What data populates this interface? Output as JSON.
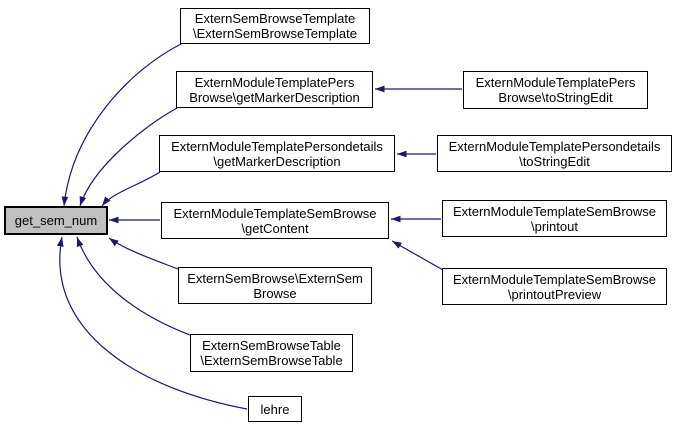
{
  "theme": {
    "background": "#ffffff",
    "edge_color": "#191970",
    "node_fill": "#ffffff",
    "node_border": "#000000",
    "root_fill": "#c0c0c0",
    "text_color": "#000000"
  },
  "graph": {
    "root": {
      "label": "get_sem_num"
    },
    "callers": [
      {
        "line1": "ExternSemBrowseTemplate",
        "line2": "\\ExternSemBrowseTemplate"
      },
      {
        "line1": "ExternModuleTemplatePers",
        "line2": "Browse\\getMarkerDescription"
      },
      {
        "line1": "ExternModuleTemplatePersondetails",
        "line2": "\\getMarkerDescription"
      },
      {
        "line1": "ExternModuleTemplateSemBrowse",
        "line2": "\\getContent"
      },
      {
        "line1": "ExternSemBrowse\\ExternSem",
        "line2": "Browse"
      },
      {
        "line1": "ExternSemBrowseTable",
        "line2": "\\ExternSemBrowseTable"
      },
      {
        "line1": "lehre"
      }
    ],
    "secondary_callers": [
      {
        "line1": "ExternModuleTemplatePers",
        "line2": "Browse\\toStringEdit"
      },
      {
        "line1": "ExternModuleTemplatePersondetails",
        "line2": "\\toStringEdit"
      },
      {
        "line1": "ExternModuleTemplateSemBrowse",
        "line2": "\\printout"
      },
      {
        "line1": "ExternModuleTemplateSemBrowse",
        "line2": "\\printoutPreview"
      }
    ]
  }
}
